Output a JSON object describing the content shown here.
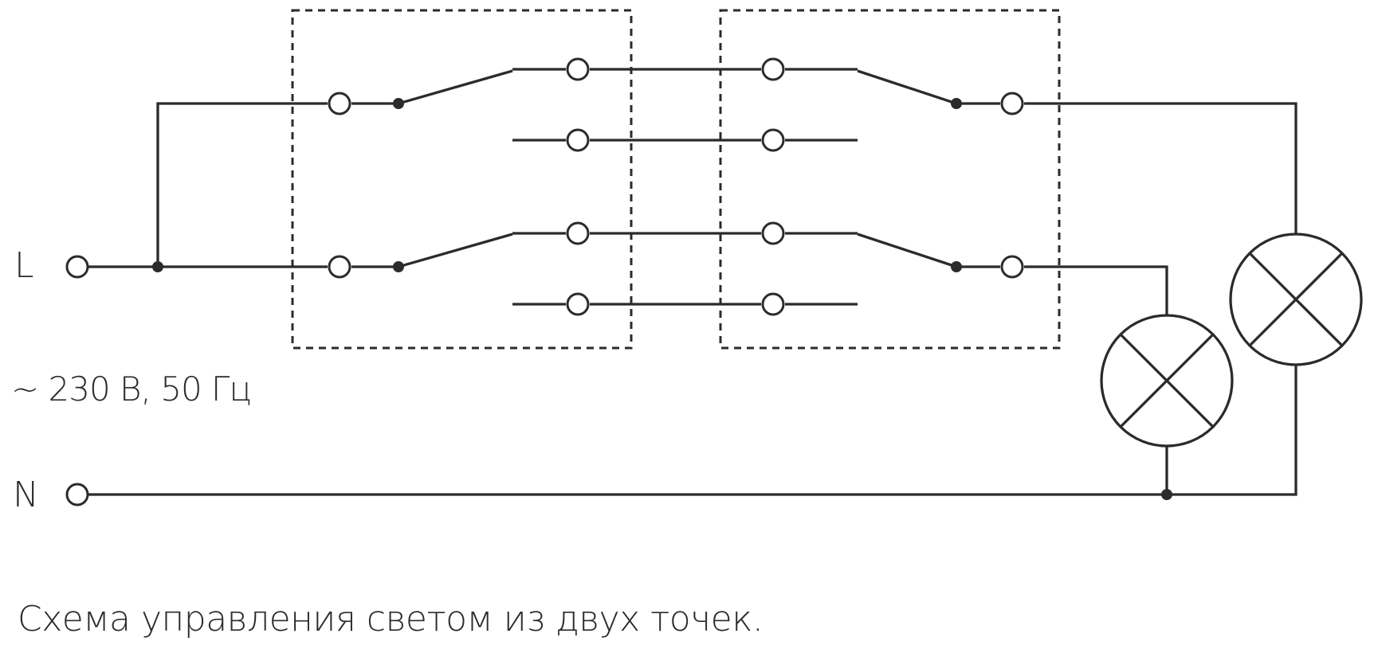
{
  "terminals": {
    "line_label": "L",
    "neutral_label": "N",
    "supply_label": "~ 230 В, 50 Гц"
  },
  "caption": "Схема управления светом из двух точек.",
  "components": {
    "switch_count": 2,
    "lamp_count": 2
  }
}
